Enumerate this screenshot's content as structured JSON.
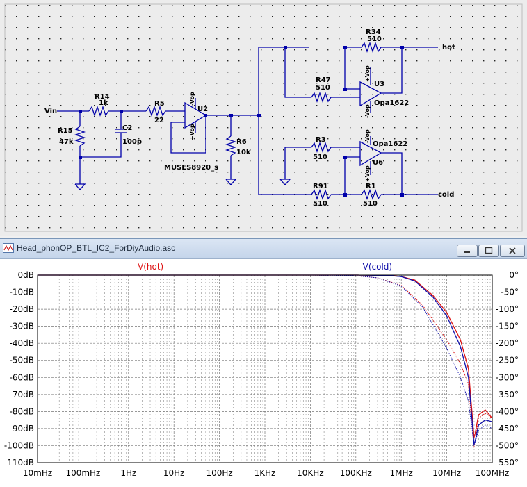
{
  "schematic": {
    "labels": {
      "vin": "Vin",
      "r14": "R14",
      "r14_val": "1k",
      "r15": "R15",
      "r15_val": "47k",
      "c2": "C2",
      "c2_val": "100p",
      "r5": "R5",
      "r5_val": "22",
      "u2": "U2",
      "u2_model": "MUSES8920_s",
      "r6": "R6",
      "r6_val": "10k",
      "r34": "R34",
      "r34_val": "510",
      "r47": "R47",
      "r47_val": "510",
      "u3": "U3",
      "u3_model": "Opa1622",
      "r3": "R3",
      "r3_val": "510",
      "u6": "U6",
      "u6_model": "Opa1622",
      "r91": "R91",
      "r91_val": "510",
      "r1": "R1",
      "r1_val": "510",
      "hot": "hot",
      "cold": "cold",
      "vop": "-Vop",
      "vop_pos": "+Vop"
    }
  },
  "window": {
    "title": "Head_phonOP_BTL_IC2_ForDiyAudio.asc",
    "buttons": [
      "minimize",
      "maximize",
      "close"
    ]
  },
  "chart_data": {
    "type": "line",
    "title": "",
    "xscale": "log",
    "xlim": [
      0.01,
      100000000
    ],
    "x_ticks": [
      "10mHz",
      "100mHz",
      "1Hz",
      "10Hz",
      "100Hz",
      "1KHz",
      "10KHz",
      "100KHz",
      "1MHz",
      "10MHz",
      "100MHz"
    ],
    "ylim": [
      -110,
      0
    ],
    "y_ticks": [
      "0dB",
      "-10dB",
      "-20dB",
      "-30dB",
      "-40dB",
      "-50dB",
      "-60dB",
      "-70dB",
      "-80dB",
      "-90dB",
      "-100dB",
      "-110dB"
    ],
    "y2lim": [
      -550,
      0
    ],
    "y2_ticks": [
      "0°",
      "-50°",
      "-100°",
      "-150°",
      "-200°",
      "-250°",
      "-300°",
      "-350°",
      "-400°",
      "-450°",
      "-500°",
      "-550°"
    ],
    "grid": true,
    "legend": [
      "V(hot)",
      "-V(cold)"
    ],
    "colors": {
      "hot": "#dd1111",
      "cold": "#1111aa"
    },
    "series": [
      {
        "name": "V(hot)",
        "kind": "magnitude",
        "color": "#dd1111",
        "x": [
          0.01,
          100000,
          500000,
          1000000,
          2000000,
          5000000,
          10000000,
          20000000,
          30000000,
          40000000,
          50000000,
          70000000,
          100000000
        ],
        "y": [
          0,
          0,
          -0.2,
          -0.8,
          -3,
          -12,
          -22,
          -38,
          -55,
          -96,
          -82,
          -79,
          -84
        ]
      },
      {
        "name": "V(hot)",
        "kind": "phase",
        "color": "#dd1111",
        "x": [
          0.01,
          10000,
          100000,
          300000,
          1000000,
          3000000,
          10000000,
          20000000,
          30000000,
          40000000,
          50000000,
          70000000,
          100000000
        ],
        "y": [
          0,
          0,
          -2,
          -8,
          -30,
          -90,
          -190,
          -260,
          -320,
          -510,
          -420,
          -405,
          -420
        ]
      },
      {
        "name": "-V(cold)",
        "kind": "magnitude",
        "color": "#1111aa",
        "x": [
          0.01,
          100000,
          500000,
          1000000,
          2000000,
          5000000,
          10000000,
          20000000,
          30000000,
          40000000,
          50000000,
          70000000,
          100000000
        ],
        "y": [
          0,
          0,
          -0.2,
          -0.9,
          -3.5,
          -13,
          -24,
          -42,
          -60,
          -100,
          -88,
          -85,
          -86
        ]
      },
      {
        "name": "-V(cold)",
        "kind": "phase",
        "color": "#1111aa",
        "x": [
          0.01,
          10000,
          100000,
          300000,
          1000000,
          3000000,
          10000000,
          20000000,
          30000000,
          40000000,
          50000000,
          70000000,
          100000000
        ],
        "y": [
          0,
          0,
          -2,
          -8,
          -32,
          -95,
          -215,
          -300,
          -370,
          -500,
          -455,
          -440,
          -450
        ]
      }
    ]
  }
}
